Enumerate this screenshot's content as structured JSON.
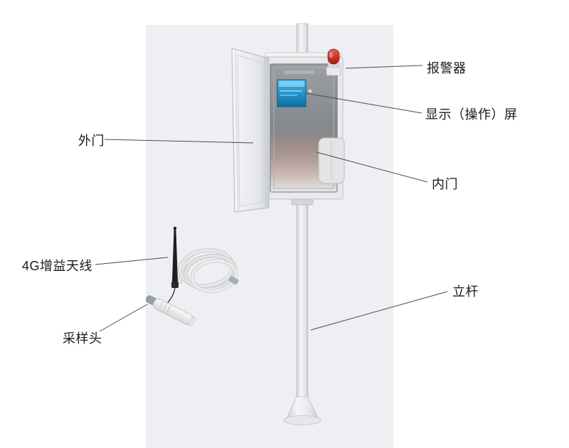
{
  "labels": {
    "alarm": "报警器",
    "display_screen": "显示（操作）屏",
    "outer_door": "外门",
    "inner_door": "内门",
    "antenna_4g": "4G增益天线",
    "sampling_head": "采样头",
    "pole": "立杆"
  },
  "colors": {
    "background": "#ffffff",
    "panel_bg": "#edeff2",
    "cabinet_body": "#e7e9eb",
    "inner_panel": "#84888d",
    "screen_blue": "#2196cd",
    "alarm_red": "#c6231a",
    "leader_line": "#4a4a4a",
    "label_text": "#1a1a1a"
  }
}
